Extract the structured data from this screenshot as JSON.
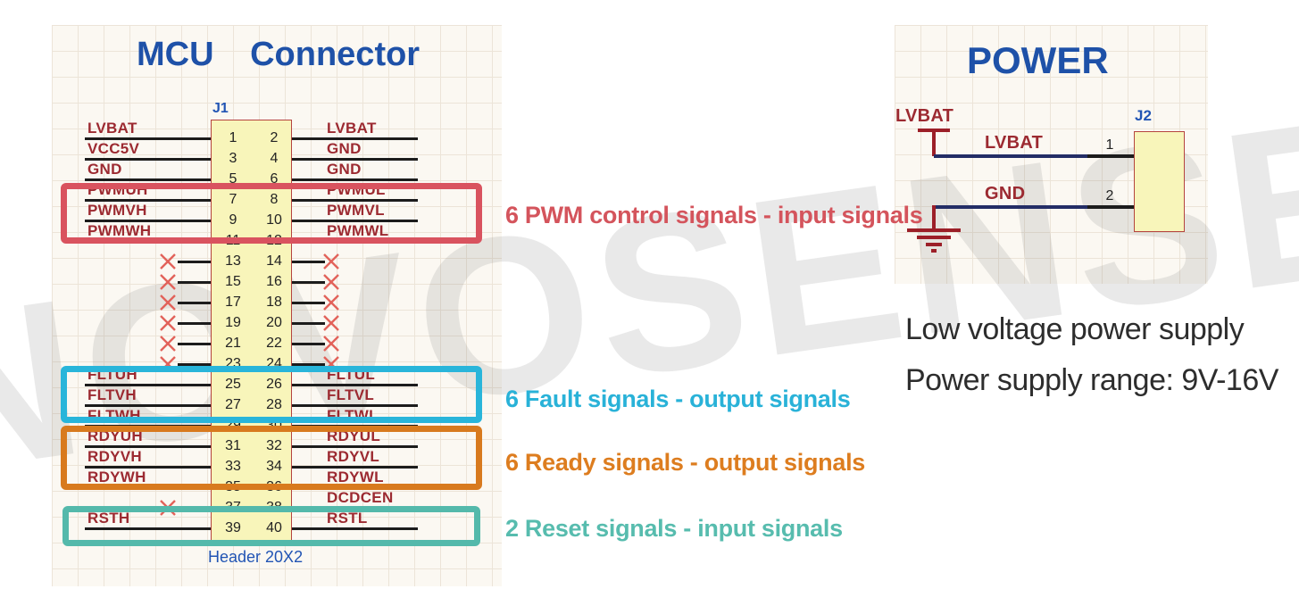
{
  "watermark": "NOVOSENSE",
  "mcu_section": {
    "title": "MCU Connector",
    "connector": {
      "designator": "J1",
      "footprint": "Header 20X2",
      "rows": [
        {
          "pins": [
            "1",
            "2"
          ],
          "left": "LVBAT",
          "right": "LVBAT"
        },
        {
          "pins": [
            "3",
            "4"
          ],
          "left": "VCC5V",
          "right": "GND"
        },
        {
          "pins": [
            "5",
            "6"
          ],
          "left": "GND",
          "right": "GND"
        },
        {
          "pins": [
            "7",
            "8"
          ],
          "left": "PWMUH",
          "right": "PWMUL"
        },
        {
          "pins": [
            "9",
            "10"
          ],
          "left": "PWMVH",
          "right": "PWMVL"
        },
        {
          "pins": [
            "11",
            "12"
          ],
          "left": "PWMWH",
          "right": "PWMWL"
        },
        {
          "pins": [
            "13",
            "14"
          ],
          "left": null,
          "right": null
        },
        {
          "pins": [
            "15",
            "16"
          ],
          "left": null,
          "right": null
        },
        {
          "pins": [
            "17",
            "18"
          ],
          "left": null,
          "right": null
        },
        {
          "pins": [
            "19",
            "20"
          ],
          "left": null,
          "right": null
        },
        {
          "pins": [
            "21",
            "22"
          ],
          "left": null,
          "right": null
        },
        {
          "pins": [
            "23",
            "24"
          ],
          "left": null,
          "right": null
        },
        {
          "pins": [
            "25",
            "26"
          ],
          "left": "FLTUH",
          "right": "FLTUL"
        },
        {
          "pins": [
            "27",
            "28"
          ],
          "left": "FLTVH",
          "right": "FLTVL"
        },
        {
          "pins": [
            "29",
            "30"
          ],
          "left": "FLTWH",
          "right": "FLTWL"
        },
        {
          "pins": [
            "31",
            "32"
          ],
          "left": "RDYUH",
          "right": "RDYUL"
        },
        {
          "pins": [
            "33",
            "34"
          ],
          "left": "RDYVH",
          "right": "RDYVL"
        },
        {
          "pins": [
            "35",
            "36"
          ],
          "left": "RDYWH",
          "right": "RDYWL"
        },
        {
          "pins": [
            "37",
            "38"
          ],
          "left": null,
          "right": "DCDCEN"
        },
        {
          "pins": [
            "39",
            "40"
          ],
          "left": "RSTH",
          "right": "RSTL"
        }
      ]
    },
    "groups": [
      {
        "label": "6 PWM control signals - input signals",
        "text_color": "#d4545c",
        "box_color": "#d9535f"
      },
      {
        "label": "6 Fault signals - output signals",
        "text_color": "#29b2d8",
        "box_color": "#29b5da"
      },
      {
        "label": "6 Ready signals - output signals",
        "text_color": "#dd7d1f",
        "box_color": "#d87a1e"
      },
      {
        "label": "2 Reset signals - input signals",
        "text_color": "#57bcae",
        "box_color": "#54b9ab"
      }
    ]
  },
  "power_section": {
    "title": "POWER",
    "power_port_label": "LVBAT",
    "connector": {
      "designator": "J2",
      "pins": [
        {
          "number": "1",
          "net": "LVBAT"
        },
        {
          "number": "2",
          "net": "GND"
        }
      ]
    },
    "notes": [
      "Low voltage power supply",
      "Power supply range: 9V-16V"
    ]
  },
  "colors": {
    "title_blue": "#1e51a8",
    "net_red": "#9c2a31",
    "symbol_maroon": "#9c1f28",
    "wire_black": "#1c1c1c",
    "wire_navy": "#232d66",
    "connector_fill": "#f8f5ba",
    "connector_border": "#b5443f",
    "no_connect_x": "#e2625a"
  }
}
